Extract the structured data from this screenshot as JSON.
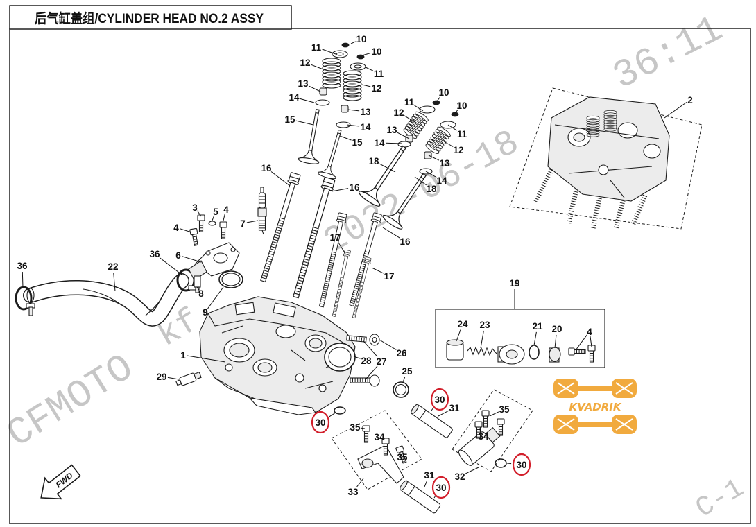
{
  "title": "后气缸盖组/CYLINDER HEAD NO.2 ASSY",
  "orientation_label": "FWD",
  "logo": {
    "name": "KVADRIK"
  },
  "watermark": [
    "CFMOTO",
    "kf",
    "2022-06-18",
    "36:11",
    "C-1"
  ],
  "colors": {
    "line": "#1b1b1b",
    "highlight": "#d21f2b",
    "watermark": "#c6c6c6",
    "logo": "#f0a12a"
  },
  "callouts": [
    {
      "label": "10"
    },
    {
      "label": "11"
    },
    {
      "label": "10"
    },
    {
      "label": "12"
    },
    {
      "label": "11"
    },
    {
      "label": "13"
    },
    {
      "label": "12"
    },
    {
      "label": "14"
    },
    {
      "label": "13"
    },
    {
      "label": "15"
    },
    {
      "label": "14"
    },
    {
      "label": "15"
    },
    {
      "label": "16"
    },
    {
      "label": "16"
    },
    {
      "label": "10"
    },
    {
      "label": "11"
    },
    {
      "label": "10"
    },
    {
      "label": "12"
    },
    {
      "label": "13"
    },
    {
      "label": "11"
    },
    {
      "label": "14"
    },
    {
      "label": "12"
    },
    {
      "label": "18"
    },
    {
      "label": "13"
    },
    {
      "label": "14"
    },
    {
      "label": "18"
    },
    {
      "label": "17"
    },
    {
      "label": "16"
    },
    {
      "label": "17"
    },
    {
      "label": "3"
    },
    {
      "label": "5"
    },
    {
      "label": "4"
    },
    {
      "label": "4"
    },
    {
      "label": "7"
    },
    {
      "label": "36"
    },
    {
      "label": "6"
    },
    {
      "label": "22"
    },
    {
      "label": "36"
    },
    {
      "label": "8"
    },
    {
      "label": "9"
    },
    {
      "label": "1"
    },
    {
      "label": "29"
    },
    {
      "label": "26"
    },
    {
      "label": "27"
    },
    {
      "label": "28"
    },
    {
      "label": "25"
    },
    {
      "label": "19"
    },
    {
      "label": "24"
    },
    {
      "label": "23"
    },
    {
      "label": "21"
    },
    {
      "label": "20"
    },
    {
      "label": "4"
    },
    {
      "label": "2"
    },
    {
      "label": "30",
      "circled": true
    },
    {
      "label": "31"
    },
    {
      "label": "35"
    },
    {
      "label": "30",
      "circled": true
    },
    {
      "label": "35"
    },
    {
      "label": "34"
    },
    {
      "label": "34"
    },
    {
      "label": "35"
    },
    {
      "label": "30",
      "circled": true
    },
    {
      "label": "32"
    },
    {
      "label": "31"
    },
    {
      "label": "30",
      "circled": true
    },
    {
      "label": "33"
    }
  ]
}
